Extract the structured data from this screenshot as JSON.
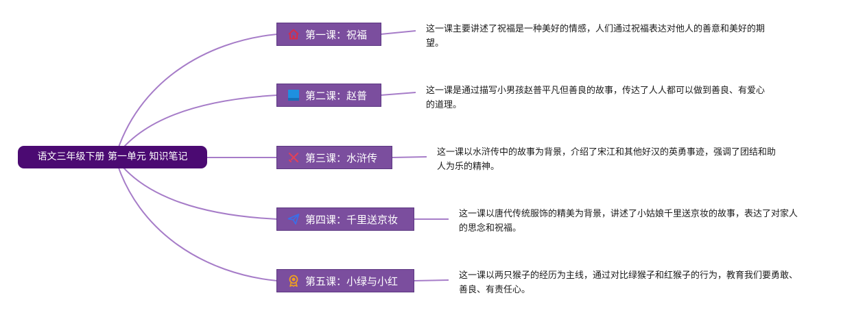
{
  "root": {
    "title": "语文三年级下册 第一单元 知识笔记"
  },
  "topics": [
    {
      "label": "第一课：祝福",
      "icon": "house-icon",
      "icon_color": "#d62d4a",
      "description": "这一课主要讲述了祝福是一种美好的情感，人们通过祝福表达对他人的善意和美好的期望。"
    },
    {
      "label": "第二课：赵普",
      "icon": "square-icon",
      "icon_color": "#1e90e0",
      "description": "这一课是通过描写小男孩赵普平凡但善良的故事，传达了人人都可以做到善良、有爱心的道理。"
    },
    {
      "label": "第三课：水浒传",
      "icon": "crossed-swords-icon",
      "icon_color": "#e0405a",
      "description": "这一课以水浒传中的故事为背景，介绍了宋江和其他好汉的英勇事迹，强调了团结和助人为乐的精神。"
    },
    {
      "label": "第四课：千里送京妆",
      "icon": "paper-plane-icon",
      "icon_color": "#3a6ee8",
      "description": "这一课以唐代传统服饰的精美为背景，讲述了小姑娘千里送京妆的故事，表达了对家人的思念和祝福。"
    },
    {
      "label": "第五课：小绿与小红",
      "icon": "medal-icon",
      "icon_color": "#f0a020",
      "description": "这一课以两只猴子的经历为主线，通过对比绿猴子和红猴子的行为，教育我们要勇敢、善良、有责任心。"
    }
  ],
  "colors": {
    "root_background": "#4b0a72",
    "topic_background": "#7b4e9e",
    "topic_border": "#5a3680",
    "connector": "#a67cc8"
  }
}
